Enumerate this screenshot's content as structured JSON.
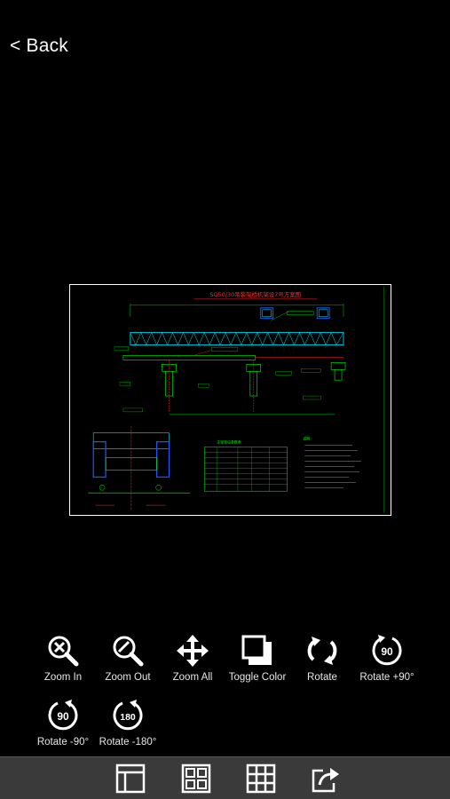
{
  "nav": {
    "back_label": "< Back"
  },
  "drawing": {
    "title": "SQ50/30吊装架桥机架设7号方案图",
    "table_header": "主梁架设参数表",
    "notes_header": "说明："
  },
  "tools": [
    {
      "id": "zoom-in",
      "label": "Zoom In"
    },
    {
      "id": "zoom-out",
      "label": "Zoom Out"
    },
    {
      "id": "zoom-all",
      "label": "Zoom All"
    },
    {
      "id": "toggle-color",
      "label": "Toggle Color"
    },
    {
      "id": "rotate",
      "label": "Rotate"
    },
    {
      "id": "rotate-plus-90",
      "label": "Rotate +90°",
      "badge": "90"
    },
    {
      "id": "rotate-minus-90",
      "label": "Rotate -90°",
      "badge": "90"
    },
    {
      "id": "rotate-minus-180",
      "label": "Rotate -180°",
      "badge": "180"
    }
  ],
  "tabbar": {
    "items": [
      {
        "icon": "layout-icon"
      },
      {
        "icon": "four-grid-icon"
      },
      {
        "icon": "nine-grid-icon"
      },
      {
        "icon": "share-icon"
      }
    ]
  },
  "colors": {
    "background": "#000000",
    "tabbar": "#3a3a3a",
    "cad_green": "#00ff00",
    "cad_cyan": "#00e5ff",
    "cad_red": "#ff2a2a",
    "cad_blue": "#2255ff"
  }
}
